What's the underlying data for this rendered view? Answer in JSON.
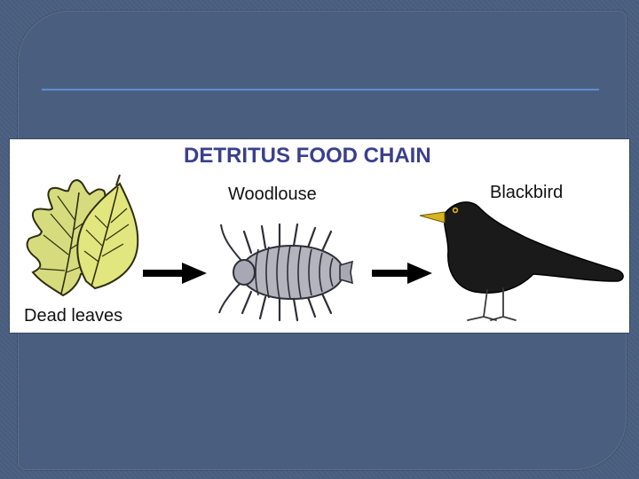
{
  "slide": {
    "diagram": {
      "title": "DETRITUS FOOD CHAIN",
      "organisms": [
        {
          "label": "Dead leaves",
          "icon": "dead-leaves-icon"
        },
        {
          "label": "Woodlouse",
          "icon": "woodlouse-icon"
        },
        {
          "label": "Blackbird",
          "icon": "blackbird-icon"
        }
      ],
      "colors": {
        "title": "#3b3f8e",
        "leaf_oak": "#d6dc7e",
        "leaf_long": "#e2e67e",
        "woodlouse": "#b4b4be",
        "blackbird": "#1a1a1a",
        "beak": "#d8b21f",
        "arrow": "#000000"
      }
    }
  }
}
